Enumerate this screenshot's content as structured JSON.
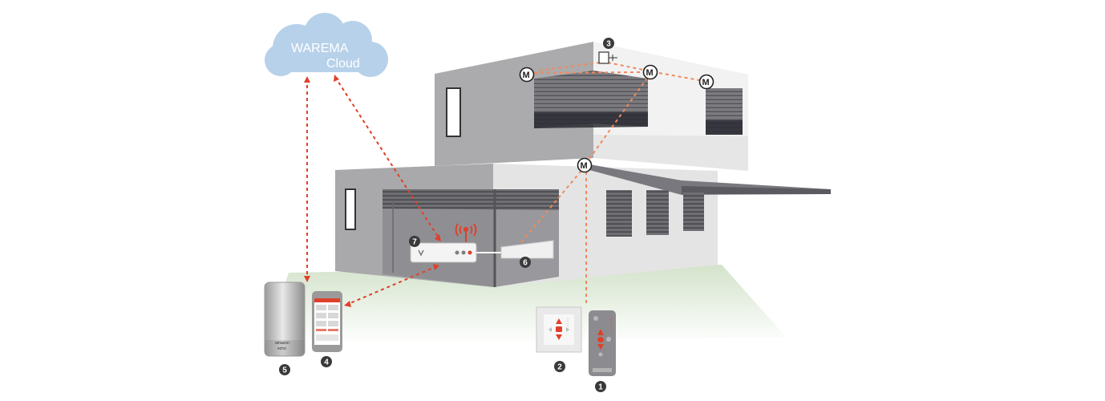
{
  "cloud": {
    "line1": "WAREMA",
    "line2": "Cloud"
  },
  "motor_label": "M",
  "badges": [
    "1",
    "2",
    "3",
    "4",
    "5",
    "6",
    "7"
  ],
  "hub": {
    "brand_line1": "amazon",
    "brand_line2": "echo"
  },
  "colors": {
    "accent": "#e0402a",
    "link_dashed": "#e0402a",
    "link_orange": "#ef8a5e",
    "cloud": "#b5d0ea",
    "badge": "#3a3a3a",
    "wall_light": "#ececec",
    "wall_grey": "#a9a9ab",
    "ground": "#dbe8d5"
  },
  "icons": [
    "wifi-signal-icon",
    "motor-icon",
    "cloud-icon"
  ]
}
